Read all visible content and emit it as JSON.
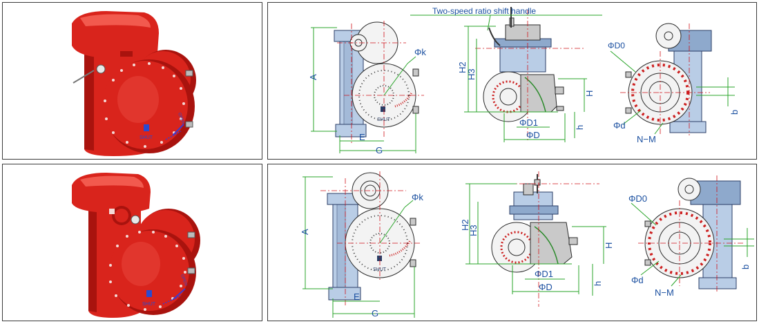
{
  "rows": [
    {
      "callout": "Two-speed ratio shift handle",
      "actuator_text": {
        "shut": "SHUT",
        "open": "OPEN"
      },
      "view1": {
        "A": "A",
        "k": "Φk",
        "E": "E",
        "G": "G",
        "shut": "SHUT"
      },
      "view2": {
        "H2": "H2",
        "H3": "H3",
        "H": "H",
        "h": "h",
        "D1": "ΦD1",
        "D": "ΦD"
      },
      "view3": {
        "D0": "ΦD0",
        "d": "Φd",
        "NM": "N−M",
        "b": "b"
      }
    },
    {
      "actuator_text": {
        "shut": "SHUT",
        "open": "OPEN"
      },
      "view1": {
        "A": "A",
        "k": "Φk",
        "E": "E",
        "G": "G",
        "shut": "SHUT"
      },
      "view2": {
        "H2": "H2",
        "H3": "H3",
        "H": "H",
        "h": "h",
        "D1": "ΦD1",
        "D": "ΦD"
      },
      "view3": {
        "D0": "ΦD0",
        "d": "Φd",
        "NM": "N−M",
        "b": "b"
      }
    }
  ],
  "colors": {
    "actuator_red": "#d9241c",
    "dimension_green": "#2aa52a",
    "centerline_red": "#d0121a",
    "drawing_blue": "#b9cde6",
    "label_blue": "#1a4fa0"
  }
}
